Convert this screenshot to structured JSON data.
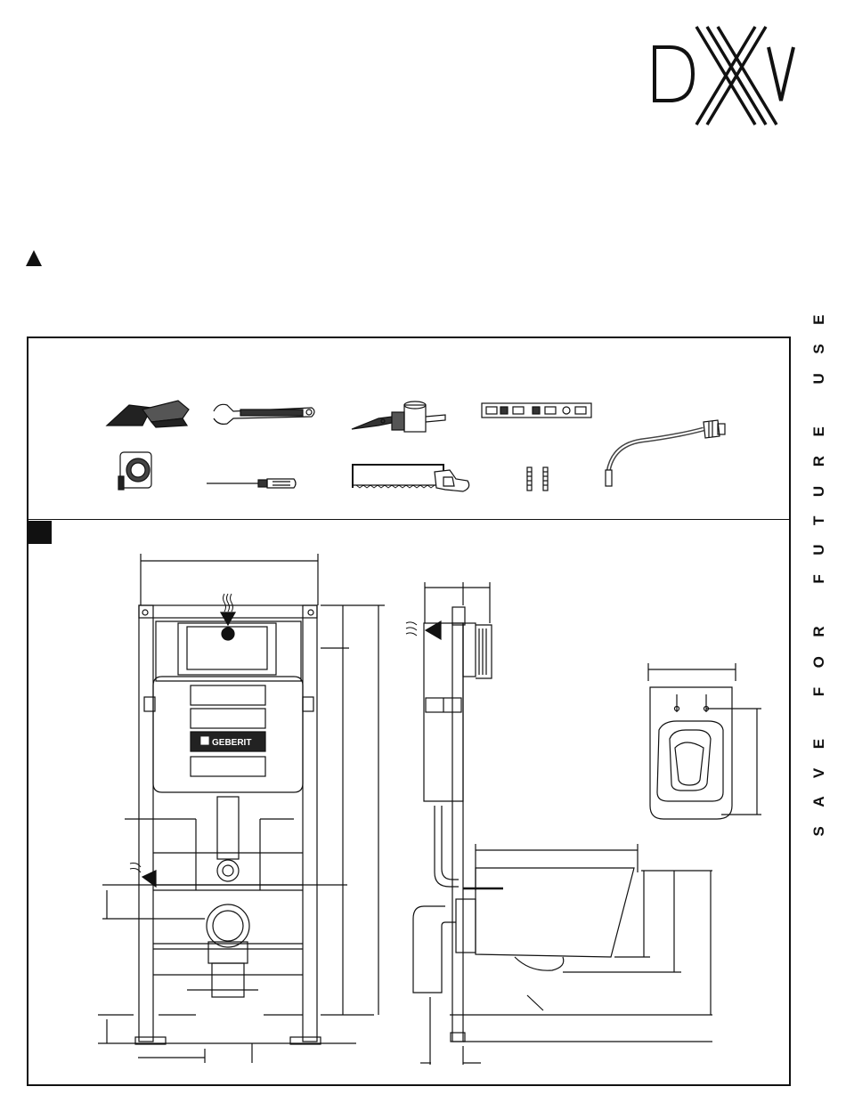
{
  "brand": {
    "logo_text": "DXV",
    "logo_icon": "dxv-logo"
  },
  "warning_icon": "warning-triangle-icon",
  "sidebar": {
    "text": "SAVE FOR FUTURE USE"
  },
  "tools": {
    "items": [
      "putty-knife",
      "adjustable-wrench",
      "caulk-gun",
      "level",
      "supply-hose",
      "tape-measure",
      "screwdriver",
      "hacksaw",
      "anchor-bolts"
    ]
  },
  "diagram": {
    "carrier_brand_label": "GEBERIT",
    "step_marker": "black-square"
  }
}
